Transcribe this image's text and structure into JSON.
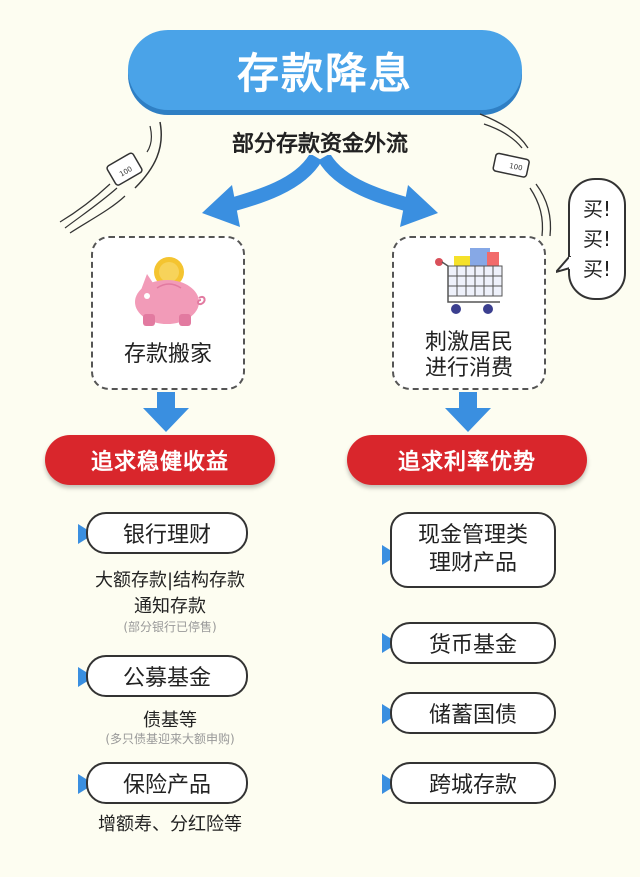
{
  "header": {
    "title": "存款降息",
    "subtitle": "部分存款资金外流"
  },
  "left_branch": {
    "box_label": "存款搬家",
    "box_icon": "piggy-bank-icon",
    "goal": "追求稳健收益",
    "items": [
      {
        "label": "银行理财",
        "notes": [
          "大额存款|结构存款",
          "通知存款"
        ],
        "small_note": "(部分银行已停售)"
      },
      {
        "label": "公募基金",
        "notes": [
          "债基等"
        ],
        "small_note": "(多只债基迎来大额申购)"
      },
      {
        "label": "保险产品",
        "notes": [
          "增额寿、分红险等"
        ],
        "small_note": ""
      }
    ]
  },
  "right_branch": {
    "box_label_line1": "刺激居民",
    "box_label_line2": "进行消费",
    "box_icon": "shopping-cart-icon",
    "goal": "追求利率优势",
    "items": [
      {
        "label_line1": "现金管理类",
        "label_line2": "理财产品"
      },
      {
        "label": "货币基金"
      },
      {
        "label": "储蓄国债"
      },
      {
        "label": "跨城存款"
      }
    ]
  },
  "speech_bubble": {
    "lines": [
      "买!",
      "买!",
      "买!"
    ]
  },
  "decorations": {
    "money_bill_text": "100"
  },
  "colors": {
    "background": "#fdfdf1",
    "title_blue": "#4aa3e8",
    "arrow_blue": "#3a8fe0",
    "goal_red": "#d9262c"
  }
}
